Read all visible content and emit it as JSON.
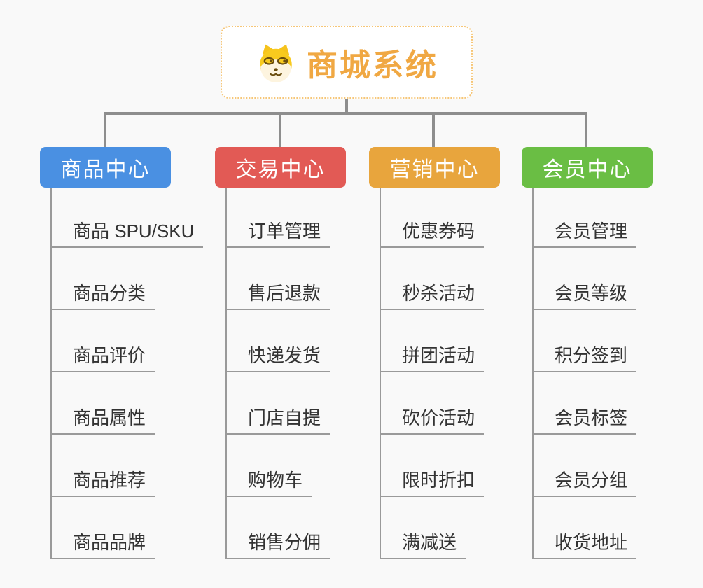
{
  "background": "#f9f9f9",
  "connector_color": "#8e8e8e",
  "underline_color": "#9a9a9a",
  "root": {
    "title": "商城系统",
    "title_color": "#f0a843",
    "border_color": "#f6c677",
    "icon": "doge-dog-face-icon"
  },
  "branches": [
    {
      "label": "商品中心",
      "color": "#4a90e2",
      "items": [
        "商品 SPU/SKU",
        "商品分类",
        "商品评价",
        "商品属性",
        "商品推荐",
        "商品品牌"
      ]
    },
    {
      "label": "交易中心",
      "color": "#e25a55",
      "items": [
        "订单管理",
        "售后退款",
        "快递发货",
        "门店自提",
        "购物车",
        "销售分佣"
      ]
    },
    {
      "label": "营销中心",
      "color": "#e8a53d",
      "items": [
        "优惠券码",
        "秒杀活动",
        "拼团活动",
        "砍价活动",
        "限时折扣",
        "满减送"
      ]
    },
    {
      "label": "会员中心",
      "color": "#6abe44",
      "items": [
        "会员管理",
        "会员等级",
        "积分签到",
        "会员标签",
        "会员分组",
        "收货地址"
      ]
    }
  ]
}
